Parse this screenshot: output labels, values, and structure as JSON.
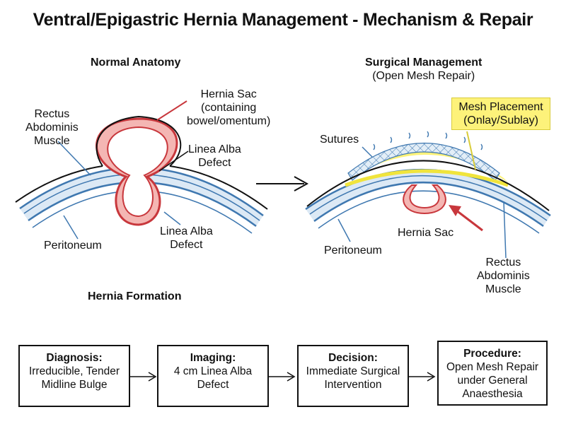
{
  "title": "Ventral/Epigastric Hernia Management - Mechanism & Repair",
  "left_panel": {
    "heading": "Normal Anatomy",
    "labels": {
      "hernia_sac": [
        "Hernia Sac",
        "(containing",
        "bowel/omentum)"
      ],
      "rectus": [
        "Rectus",
        "Abdominis",
        "Muscle"
      ],
      "linea_alba_top": [
        "Linea Alba",
        "Defect"
      ],
      "linea_alba_bottom": [
        "Linea Alba",
        "Defect"
      ],
      "peritoneum": "Peritoneum"
    },
    "caption": "Hernia Formation"
  },
  "right_panel": {
    "heading": "Surgical Management",
    "subheading": "(Open Mesh Repair)",
    "labels": {
      "mesh": [
        "Mesh Placement",
        "(Onlay/Sublay)"
      ],
      "sutures": "Sutures",
      "hernia_sac": "Hernia Sac",
      "peritoneum": "Peritoneum",
      "rectus": [
        "Rectus",
        "Abdominis",
        "Muscle"
      ]
    }
  },
  "colors": {
    "muscle_blue": "#3f78b0",
    "muscle_fill": "#dce9f5",
    "sac_red": "#c8373c",
    "sac_fill": "#f4b6b3",
    "mesh_yellow": "#fdf27a",
    "arrow_red": "#c8373c"
  },
  "flow": [
    {
      "heading": "Diagnosis:",
      "lines": [
        "Irreducible, Tender",
        "Midline Bulge"
      ]
    },
    {
      "heading": "Imaging:",
      "lines": [
        "4 cm Linea Alba",
        "Defect"
      ]
    },
    {
      "heading": "Decision:",
      "lines": [
        "Immediate Surgical",
        "Intervention"
      ]
    },
    {
      "heading": "Procedure:",
      "lines": [
        "Open Mesh Repair",
        "under General",
        "Anaesthesia"
      ]
    }
  ]
}
